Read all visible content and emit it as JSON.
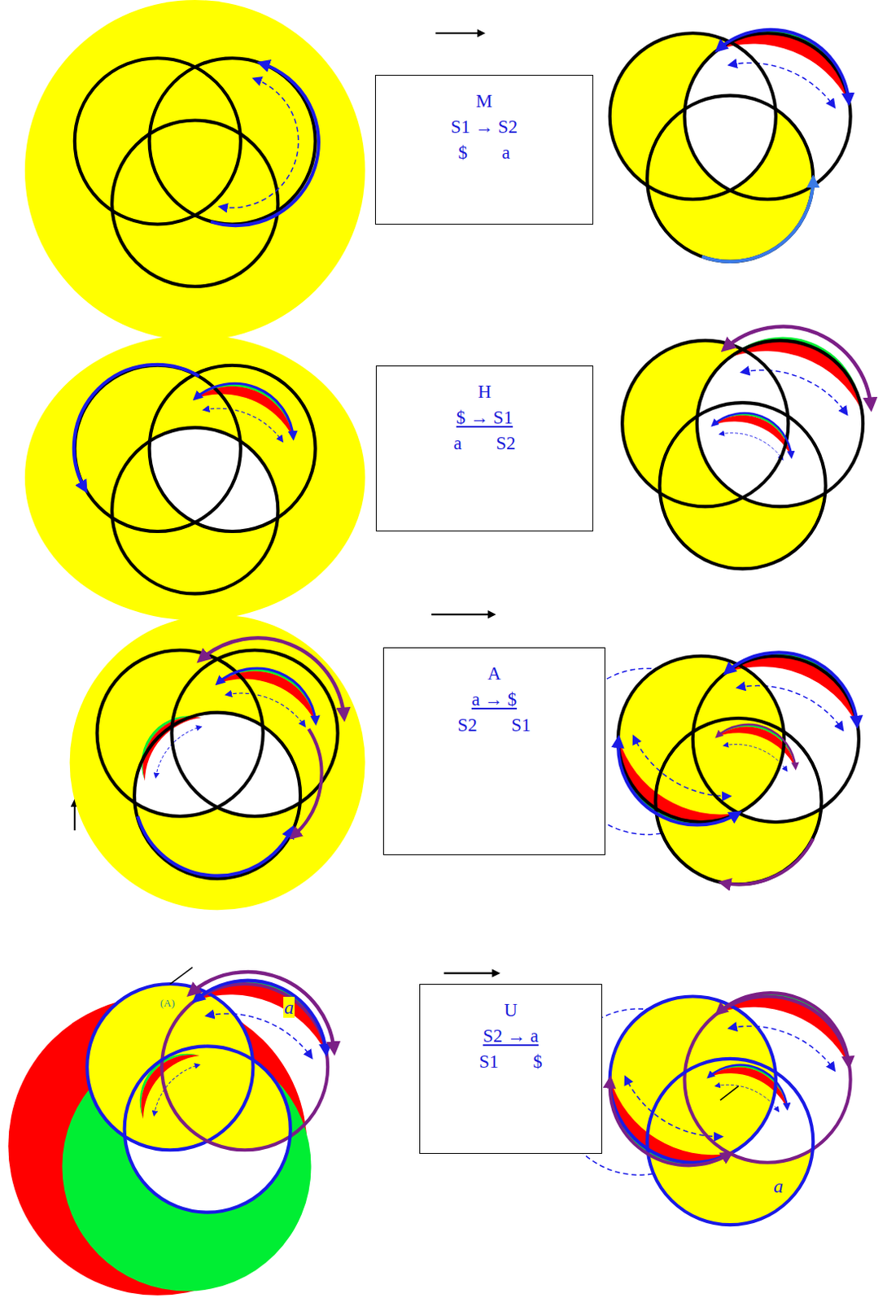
{
  "diagram": {
    "nodes": [
      {
        "text": [
          "M",
          "S1 → S2",
          "$ a"
        ]
      },
      {
        "text": [
          "H",
          "$ → S1",
          "a S2"
        ]
      },
      {
        "text": [
          "A",
          "a → $",
          "S2 S1"
        ]
      },
      {
        "text": [
          "U",
          "S2 → a",
          "S1 $"
        ]
      }
    ],
    "labels": [
      "a",
      "(A)",
      "a"
    ]
  }
}
